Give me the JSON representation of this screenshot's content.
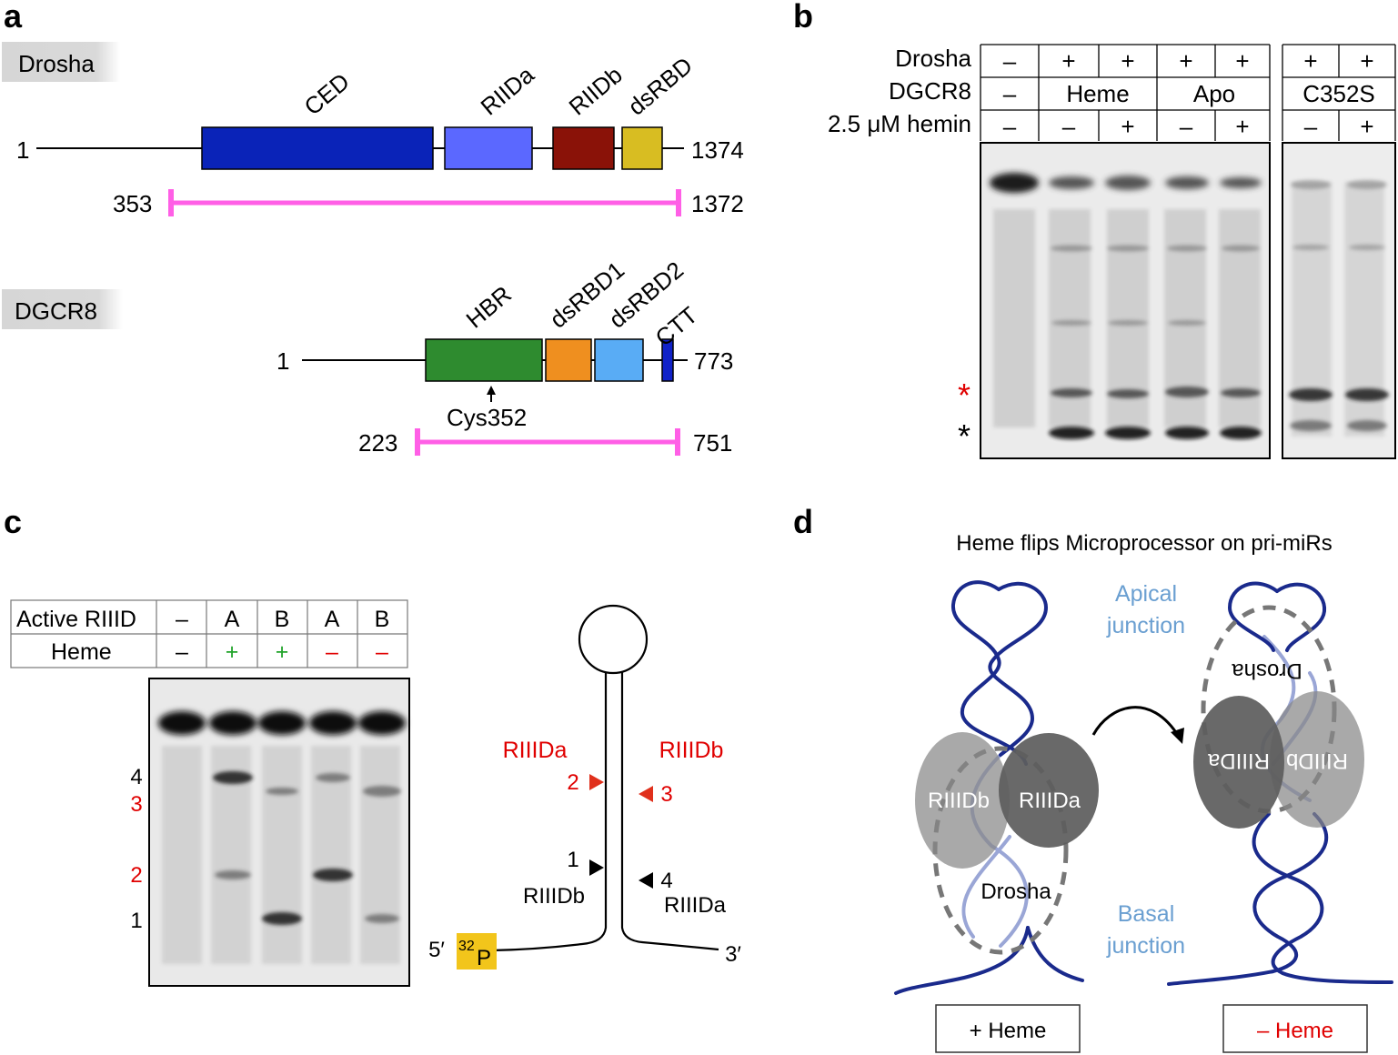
{
  "colors": {
    "drosha_ced": "#0a23b8",
    "drosha_rnasea": "#5b68ff",
    "drosha_rnaseb": "#8a1208",
    "drosha_dsrbd": "#d8bd22",
    "dgcr8_hbr": "#2e8b2f",
    "dgcr8_dsrbd1": "#ef8f1f",
    "dgcr8_dsrbd2": "#59acf5",
    "dgcr8_ctt": "#1122c8",
    "construct_bar": "#ff5fe6",
    "red_label": "#e00000",
    "green_label": "#21a32a",
    "apical_basal_label": "#6a9fd1",
    "rna_strand": "#1a2a8c",
    "p32_box": "#f2c51b"
  },
  "panel_a": {
    "label": "a",
    "drosha": {
      "name": "Drosha",
      "start": "1",
      "end": "1374",
      "domains": [
        "CED",
        "RIIDa",
        "RIIDb",
        "dsRBD"
      ],
      "construct_start": "353",
      "construct_end": "1372"
    },
    "dgcr8": {
      "name": "DGCR8",
      "start": "1",
      "end": "773",
      "domains": [
        "HBR",
        "dsRBD1",
        "dsRBD2",
        "CTT"
      ],
      "site_label": "Cys352",
      "construct_start": "223",
      "construct_end": "751"
    }
  },
  "panel_b": {
    "label": "b",
    "row_labels": [
      "Drosha",
      "DGCR8",
      "2.5 μM hemin"
    ],
    "drosha_row": [
      "–",
      "+",
      "+",
      "+",
      "+",
      "+",
      "+"
    ],
    "dgcr8_groups": [
      "–",
      "Heme",
      "Apo",
      "C352S"
    ],
    "hemin_row": [
      "–",
      "–",
      "+",
      "–",
      "+",
      "–",
      "+"
    ],
    "star_red": "*",
    "star_black": "*"
  },
  "panel_c": {
    "label": "c",
    "header_active": "Active RIIID",
    "header_heme": "Heme",
    "active_row": [
      "–",
      "A",
      "B",
      "A",
      "B"
    ],
    "heme_row": [
      "–",
      "+",
      "+",
      "–",
      "–"
    ],
    "band_labels": [
      "4",
      "3",
      "2",
      "1"
    ],
    "hairpin": {
      "rnasea_label": "RIIIDa",
      "rnaseb_label": "RIIIDb",
      "site_2": "2",
      "site_3": "3",
      "site_1": "1",
      "site_1_domain": "RIIIDb",
      "site_4": "4",
      "site_4_domain": "RIIIDa",
      "five_prime": "5′",
      "three_prime": "3′",
      "p32_sup": "32",
      "p32_letter": "P"
    }
  },
  "panel_d": {
    "label": "d",
    "title": "Heme flips Microprocessor on pri-miRs",
    "apical_line1": "Apical",
    "apical_line2": "junction",
    "basal_line1": "Basal",
    "basal_line2": "junction",
    "left": {
      "rnaseb": "RIIIDb",
      "rnasea": "RIIIDa",
      "drosha": "Drosha",
      "box_label": "+ Heme"
    },
    "right": {
      "rnaseb": "RIIIDb",
      "rnasea": "RIIIDa",
      "drosha": "Drosha",
      "box_label": "– Heme"
    }
  }
}
